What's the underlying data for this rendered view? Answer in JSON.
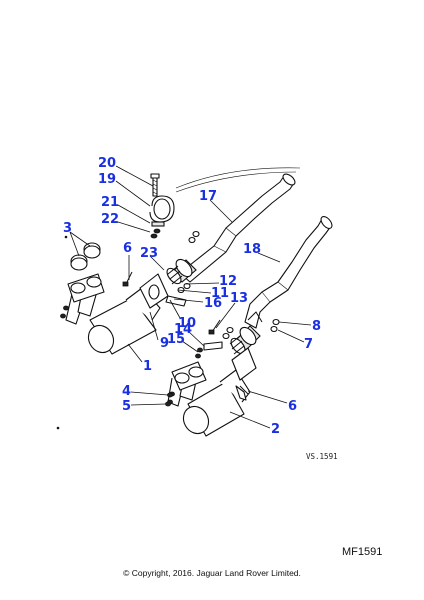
{
  "diagram": {
    "callouts": {
      "c1": "1",
      "c2": "2",
      "c3": "3",
      "c4": "4",
      "c5": "5",
      "c6a": "6",
      "c6b": "6",
      "c7": "7",
      "c8": "8",
      "c9": "9",
      "c10": "10",
      "c11": "11",
      "c12": "12",
      "c13": "13",
      "c14": "14",
      "c15": "15",
      "c16": "16",
      "c17": "17",
      "c18": "18",
      "c19": "19",
      "c20": "20",
      "c21": "21",
      "c22": "22",
      "c23": "23"
    },
    "drawing_ref": "VS.1591",
    "colors": {
      "callout": "#1a2fe0",
      "line": "#111111"
    }
  },
  "footer": {
    "figure_code": "MF1591",
    "copyright": "© Copyright, 2016. Jaguar Land Rover Limited."
  }
}
